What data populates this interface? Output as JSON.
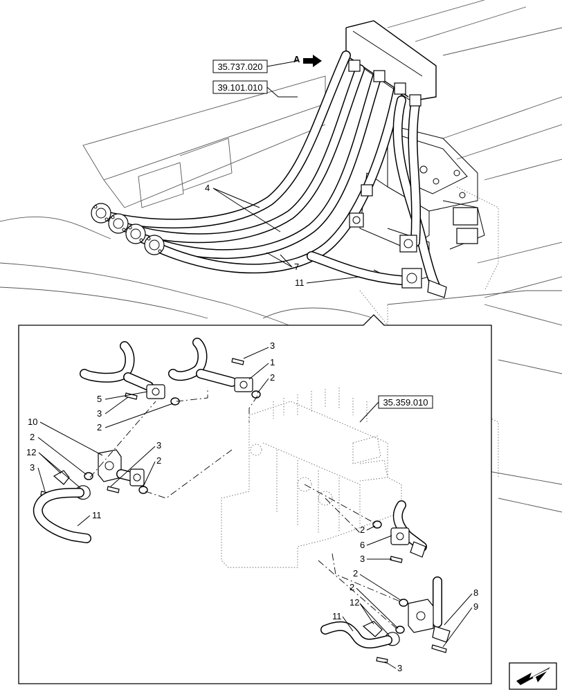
{
  "view_label": "A",
  "references": {
    "ref_top": "35.737.020",
    "ref_mid": "39.101.010",
    "ref_detail": "35.359.010"
  },
  "top_callouts": {
    "c4": "4",
    "c7": "7",
    "c11": "11"
  },
  "detail_callouts": {
    "d3a": "3",
    "d1": "1",
    "d2a": "2",
    "d5": "5",
    "d3b": "3",
    "d2b": "2",
    "d10": "10",
    "d2c": "2",
    "d12a": "12",
    "d3c": "3",
    "d3d": "3",
    "d2d": "2",
    "d11a": "11",
    "d2e": "2",
    "d6": "6",
    "d3e": "3",
    "d2f": "2",
    "d8": "8",
    "d2g": "2",
    "d9": "9",
    "d12b": "12",
    "d11b": "11",
    "d3f": "3"
  },
  "icons": {
    "view_arrow": "arrow-right-icon",
    "nav": "arrow-down-left-icon"
  }
}
